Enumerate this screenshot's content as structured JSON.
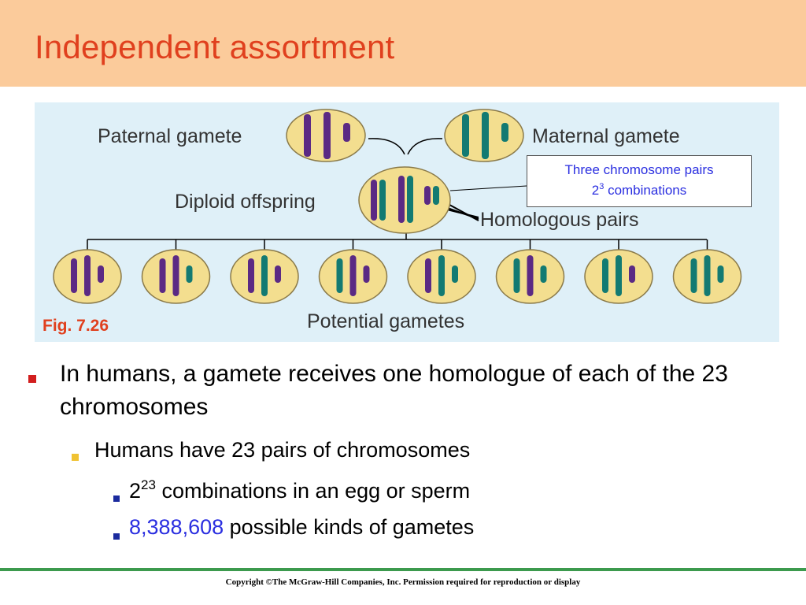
{
  "slide": {
    "title": "Independent assortment"
  },
  "figure": {
    "paternal_label": "Paternal gamete",
    "maternal_label": "Maternal gamete",
    "diploid_label": "Diploid offspring",
    "homologous_label": "Homologous pairs",
    "potential_label": "Potential gametes",
    "fig_ref": "Fig. 7.26",
    "callout_line1": "Three chromosome pairs",
    "callout_base": "2",
    "callout_exp": "3",
    "callout_rest": " combinations",
    "colors": {
      "paternal": "#5b2a84",
      "maternal": "#137a72",
      "cell_fill": "#f3de8f",
      "cell_stroke": "#8a7a4a",
      "background": "#dff0f8"
    },
    "potential_gametes": [
      [
        "paternal",
        "paternal",
        "paternal"
      ],
      [
        "paternal",
        "paternal",
        "maternal"
      ],
      [
        "paternal",
        "maternal",
        "paternal"
      ],
      [
        "maternal",
        "paternal",
        "paternal"
      ],
      [
        "paternal",
        "maternal",
        "maternal"
      ],
      [
        "maternal",
        "paternal",
        "maternal"
      ],
      [
        "maternal",
        "maternal",
        "paternal"
      ],
      [
        "maternal",
        "maternal",
        "maternal"
      ]
    ]
  },
  "bullets": {
    "b1": "In humans, a gamete receives one homologue of each of the 23 chromosomes",
    "b2": "Humans have 23 pairs of chromosomes",
    "b3_base": "2",
    "b3_exp": "23",
    "b3_rest": " combinations in an egg or sperm",
    "b4_number": "8,388,608",
    "b4_rest": " possible kinds of gametes"
  },
  "footer": {
    "copyright": "Copyright ©The McGraw-Hill Companies, Inc. Permission required for reproduction or display"
  }
}
